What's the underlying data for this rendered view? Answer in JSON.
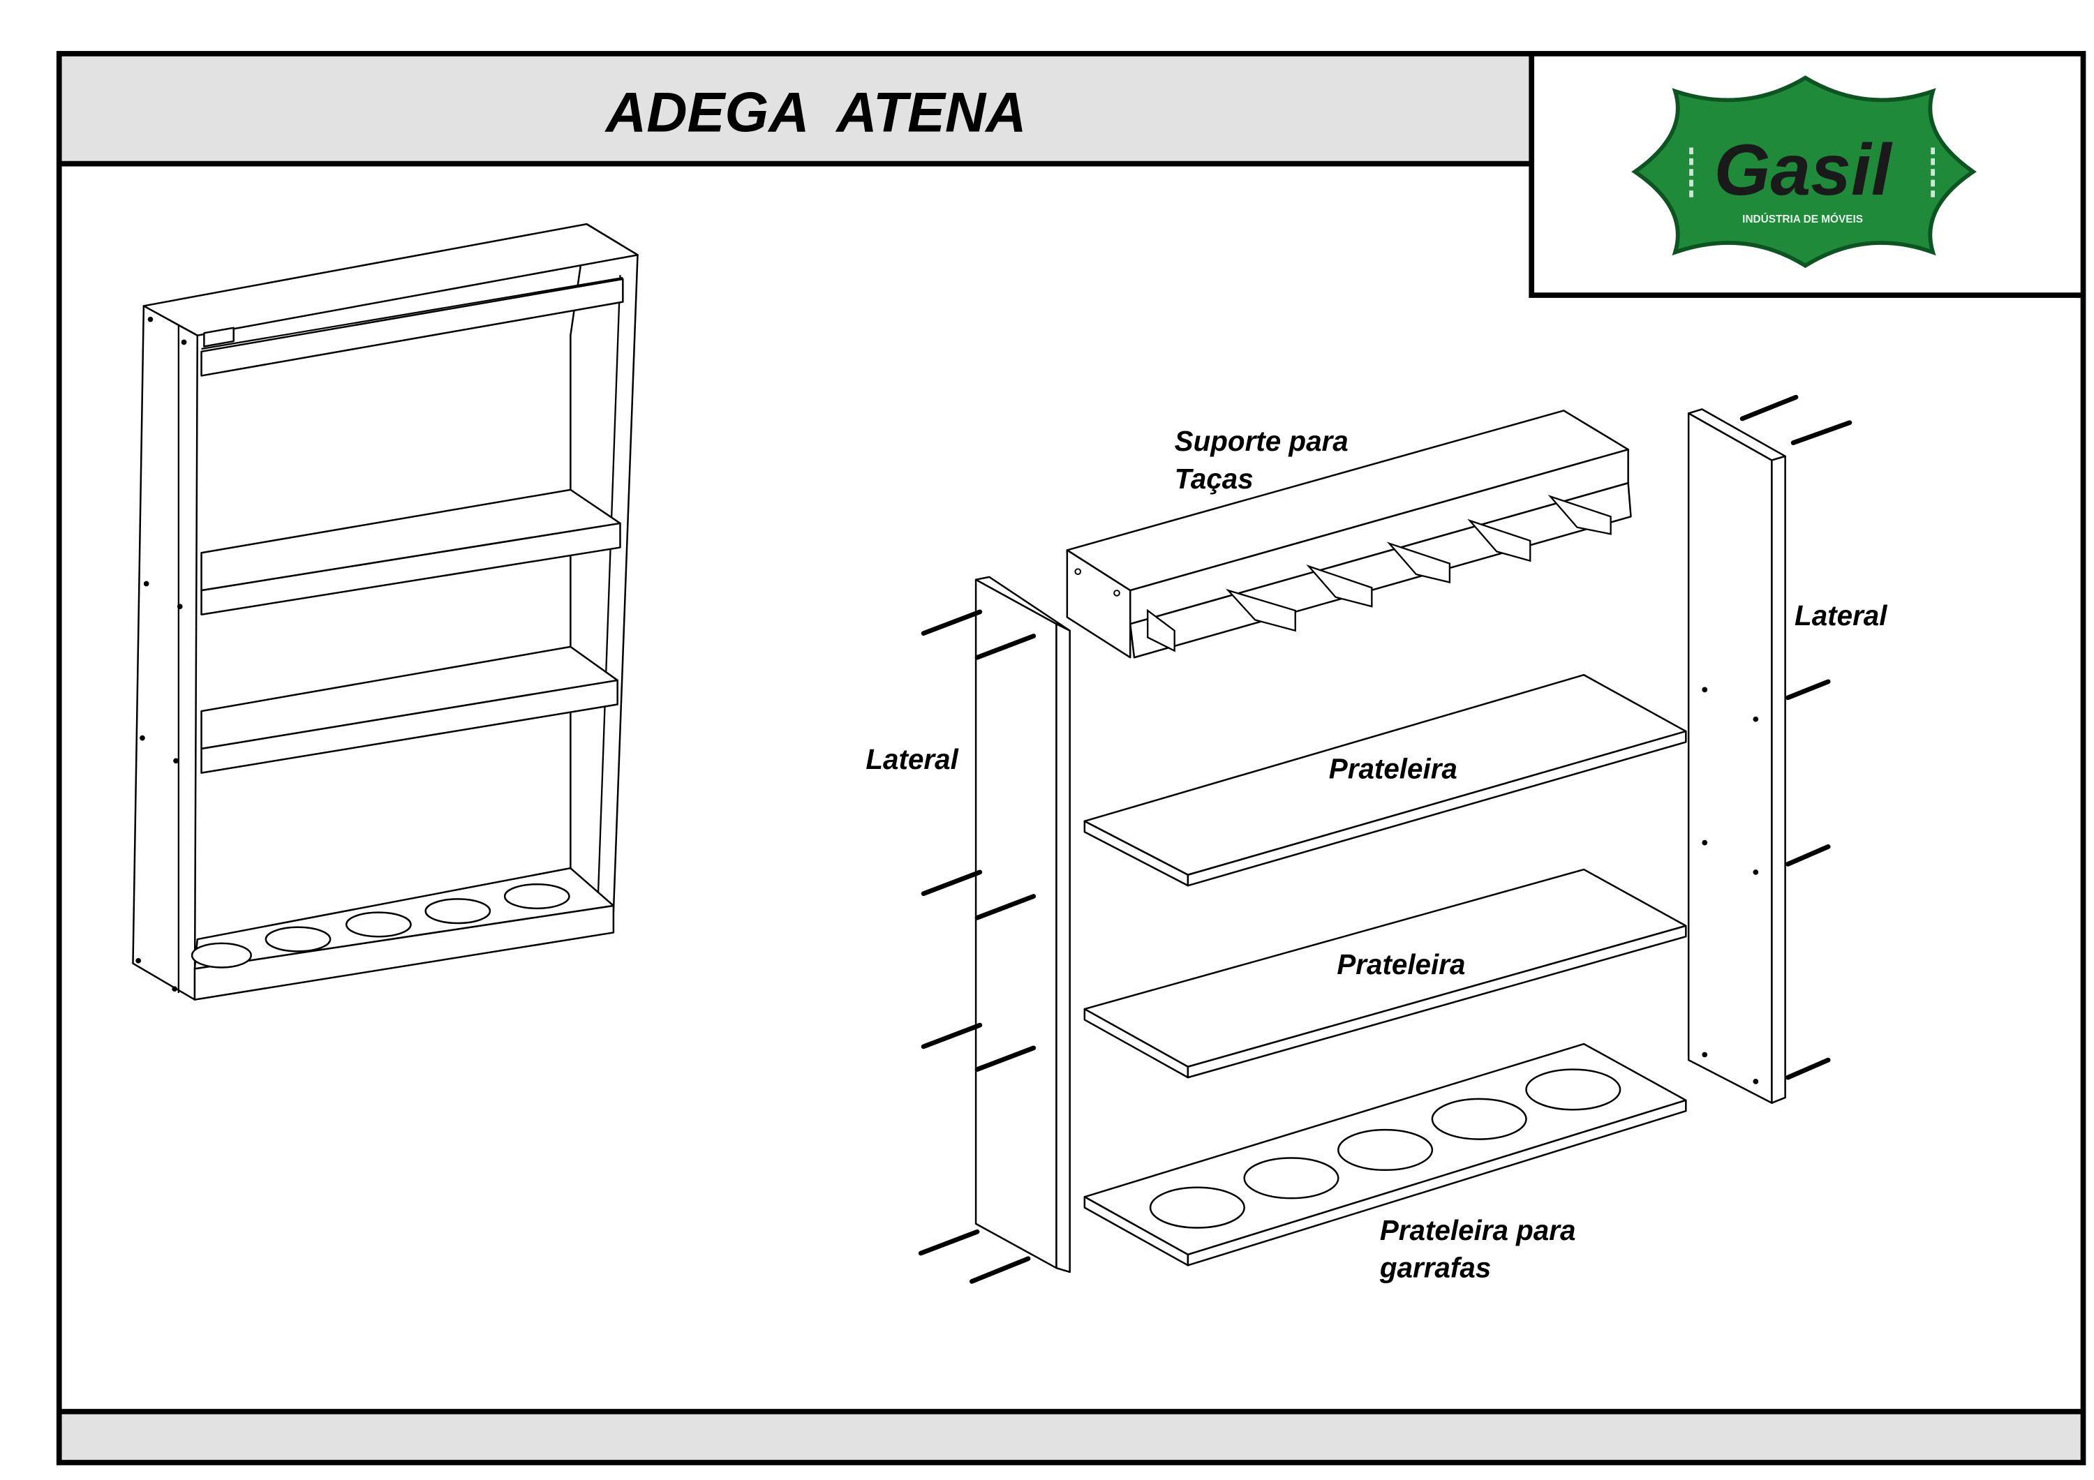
{
  "header": {
    "title": "ADEGA  ATENA"
  },
  "logo": {
    "brand": "Gasil",
    "tagline": "INDÚSTRIA DE MÓVEIS",
    "color": "#1f8a3a"
  },
  "labels": {
    "support_line1": "Suporte para",
    "support_line2": "Taças",
    "lateral_left": "Lateral",
    "lateral_right": "Lateral",
    "shelf1": "Prateleira",
    "shelf2": "Prateleira",
    "bottle_shelf_line1": "Prateleira para",
    "bottle_shelf_line2": "garrafas"
  },
  "footer": {}
}
